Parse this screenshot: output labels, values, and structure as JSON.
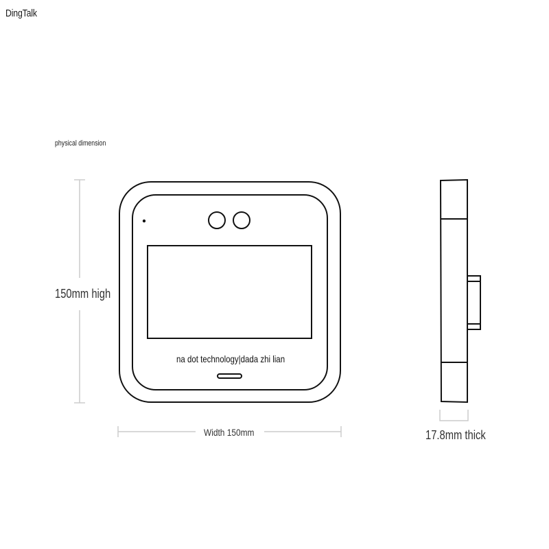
{
  "header": {
    "brand": "DingTalk"
  },
  "section": {
    "title": "physical dimension"
  },
  "dimensions": {
    "height_label": "150mm high",
    "width_label": "Width 150mm",
    "thickness_label": "17.8mm thick"
  },
  "device": {
    "front_text": "na dot technology|dada zhi lian",
    "camera_count": 2,
    "colors": {
      "outline": "#111111",
      "dimension_line": "#cccccc"
    }
  }
}
